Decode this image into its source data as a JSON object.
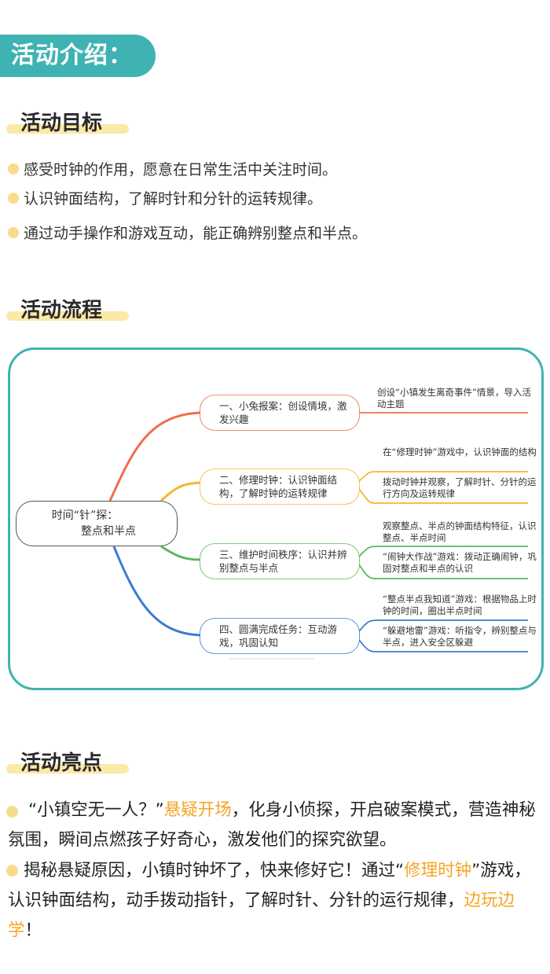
{
  "header": {
    "title": "活动介绍："
  },
  "goals": {
    "title": "活动目标",
    "items": [
      "感受时钟的作用，愿意在日常生活中关注时间。",
      "认识钟面结构，了解时针和分针的运转规律。",
      "通过动手操作和游戏互动，能正确辨别整点和半点。"
    ]
  },
  "process": {
    "title": "活动流程",
    "center": {
      "line1": "时间“针”探：",
      "line2": "整点和半点"
    },
    "nodes": [
      {
        "label": "一、小兔报案：创设情境，激发兴趣",
        "color": "#f26b50"
      },
      {
        "label": "二、修理时钟：认识钟面结构，了解时钟的运转规律",
        "color": "#f5b52e"
      },
      {
        "label": "三、维护时间秩序：认识并辨别整点与半点",
        "color": "#5cb85c"
      },
      {
        "label": "四、圆满完成任务：互动游戏，巩固认知",
        "color": "#3b7bd4"
      }
    ],
    "leaves": [
      "创设“小镇发生离奇事件”情景，导入活动主题",
      "在“修理时钟”游戏中，认识钟面的结构",
      "拨动时钟并观察，了解时针、分针的运行方向及运转规律",
      "观察整点、半点的钟面结构特征，认识整点、半点时间",
      "“闹钟大作战”游戏：拨动正确闹钟，巩固对整点和半点的认识",
      "“整点半点我知道”游戏：根据物品上时钟的时间，圈出半点时间",
      "“躲避地雷”游戏：听指令，辨别整点与半点，进入安全区躲避"
    ]
  },
  "highlights": {
    "title": "活动亮点",
    "item1": {
      "a": "“小镇空无一人？”",
      "b": "悬疑开场",
      "c": "，化身小侦探，开启破案模式，营造神秘氛围，瞬间点燃孩子好奇心，激发他们的探究欲望。"
    },
    "item2": {
      "a": "揭秘悬疑原因，小镇时钟坏了，快来修好它！通过“",
      "b": "修理时钟",
      "c": "”游戏，认识钟面结构，动手拨动指针，了解时针、分针的运行规律，",
      "d": "边玩边学",
      "e": "！"
    }
  }
}
